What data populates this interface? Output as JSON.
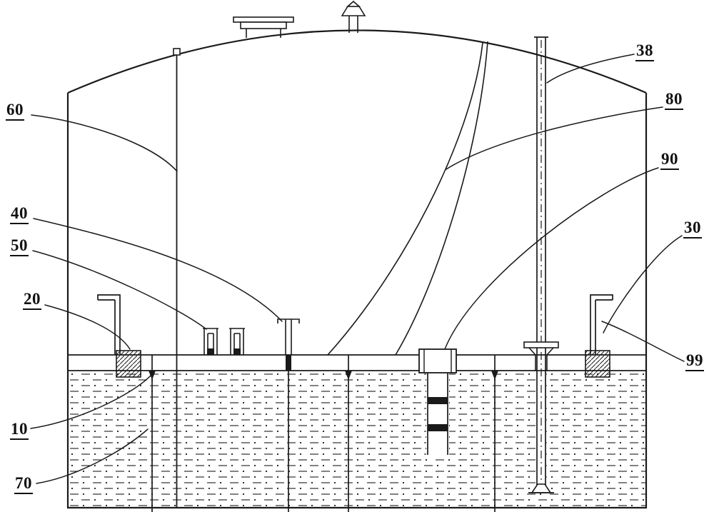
{
  "figure": {
    "kind": "technical line drawing of a storage tank cross-section with domed roof, internal floating deck, ladder, gauge pipe and liquid fill",
    "background_color": "#ffffff",
    "ink_color": "#1a1a1a"
  },
  "labels": {
    "n60": "60",
    "n40": "40",
    "n50": "50",
    "n20": "20",
    "n10": "10",
    "n70": "70",
    "n38": "38",
    "n80": "80",
    "n90": "90",
    "n30": "30",
    "n99": "99"
  }
}
